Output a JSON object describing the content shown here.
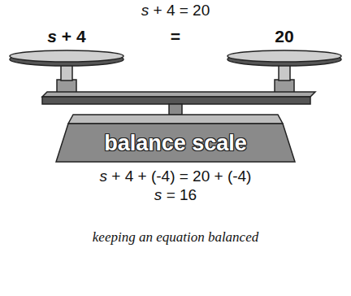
{
  "diagram": {
    "caption": "keeping an equation balanced",
    "nodes": [
      {
        "text": [
          "balance scale"
        ]
      }
    ],
    "labels": [
      "s + 4 = 20",
      "s + 4",
      "=",
      "20",
      "s + 4 + (-4) = 20 + (-4)",
      "s = 16"
    ]
  }
}
